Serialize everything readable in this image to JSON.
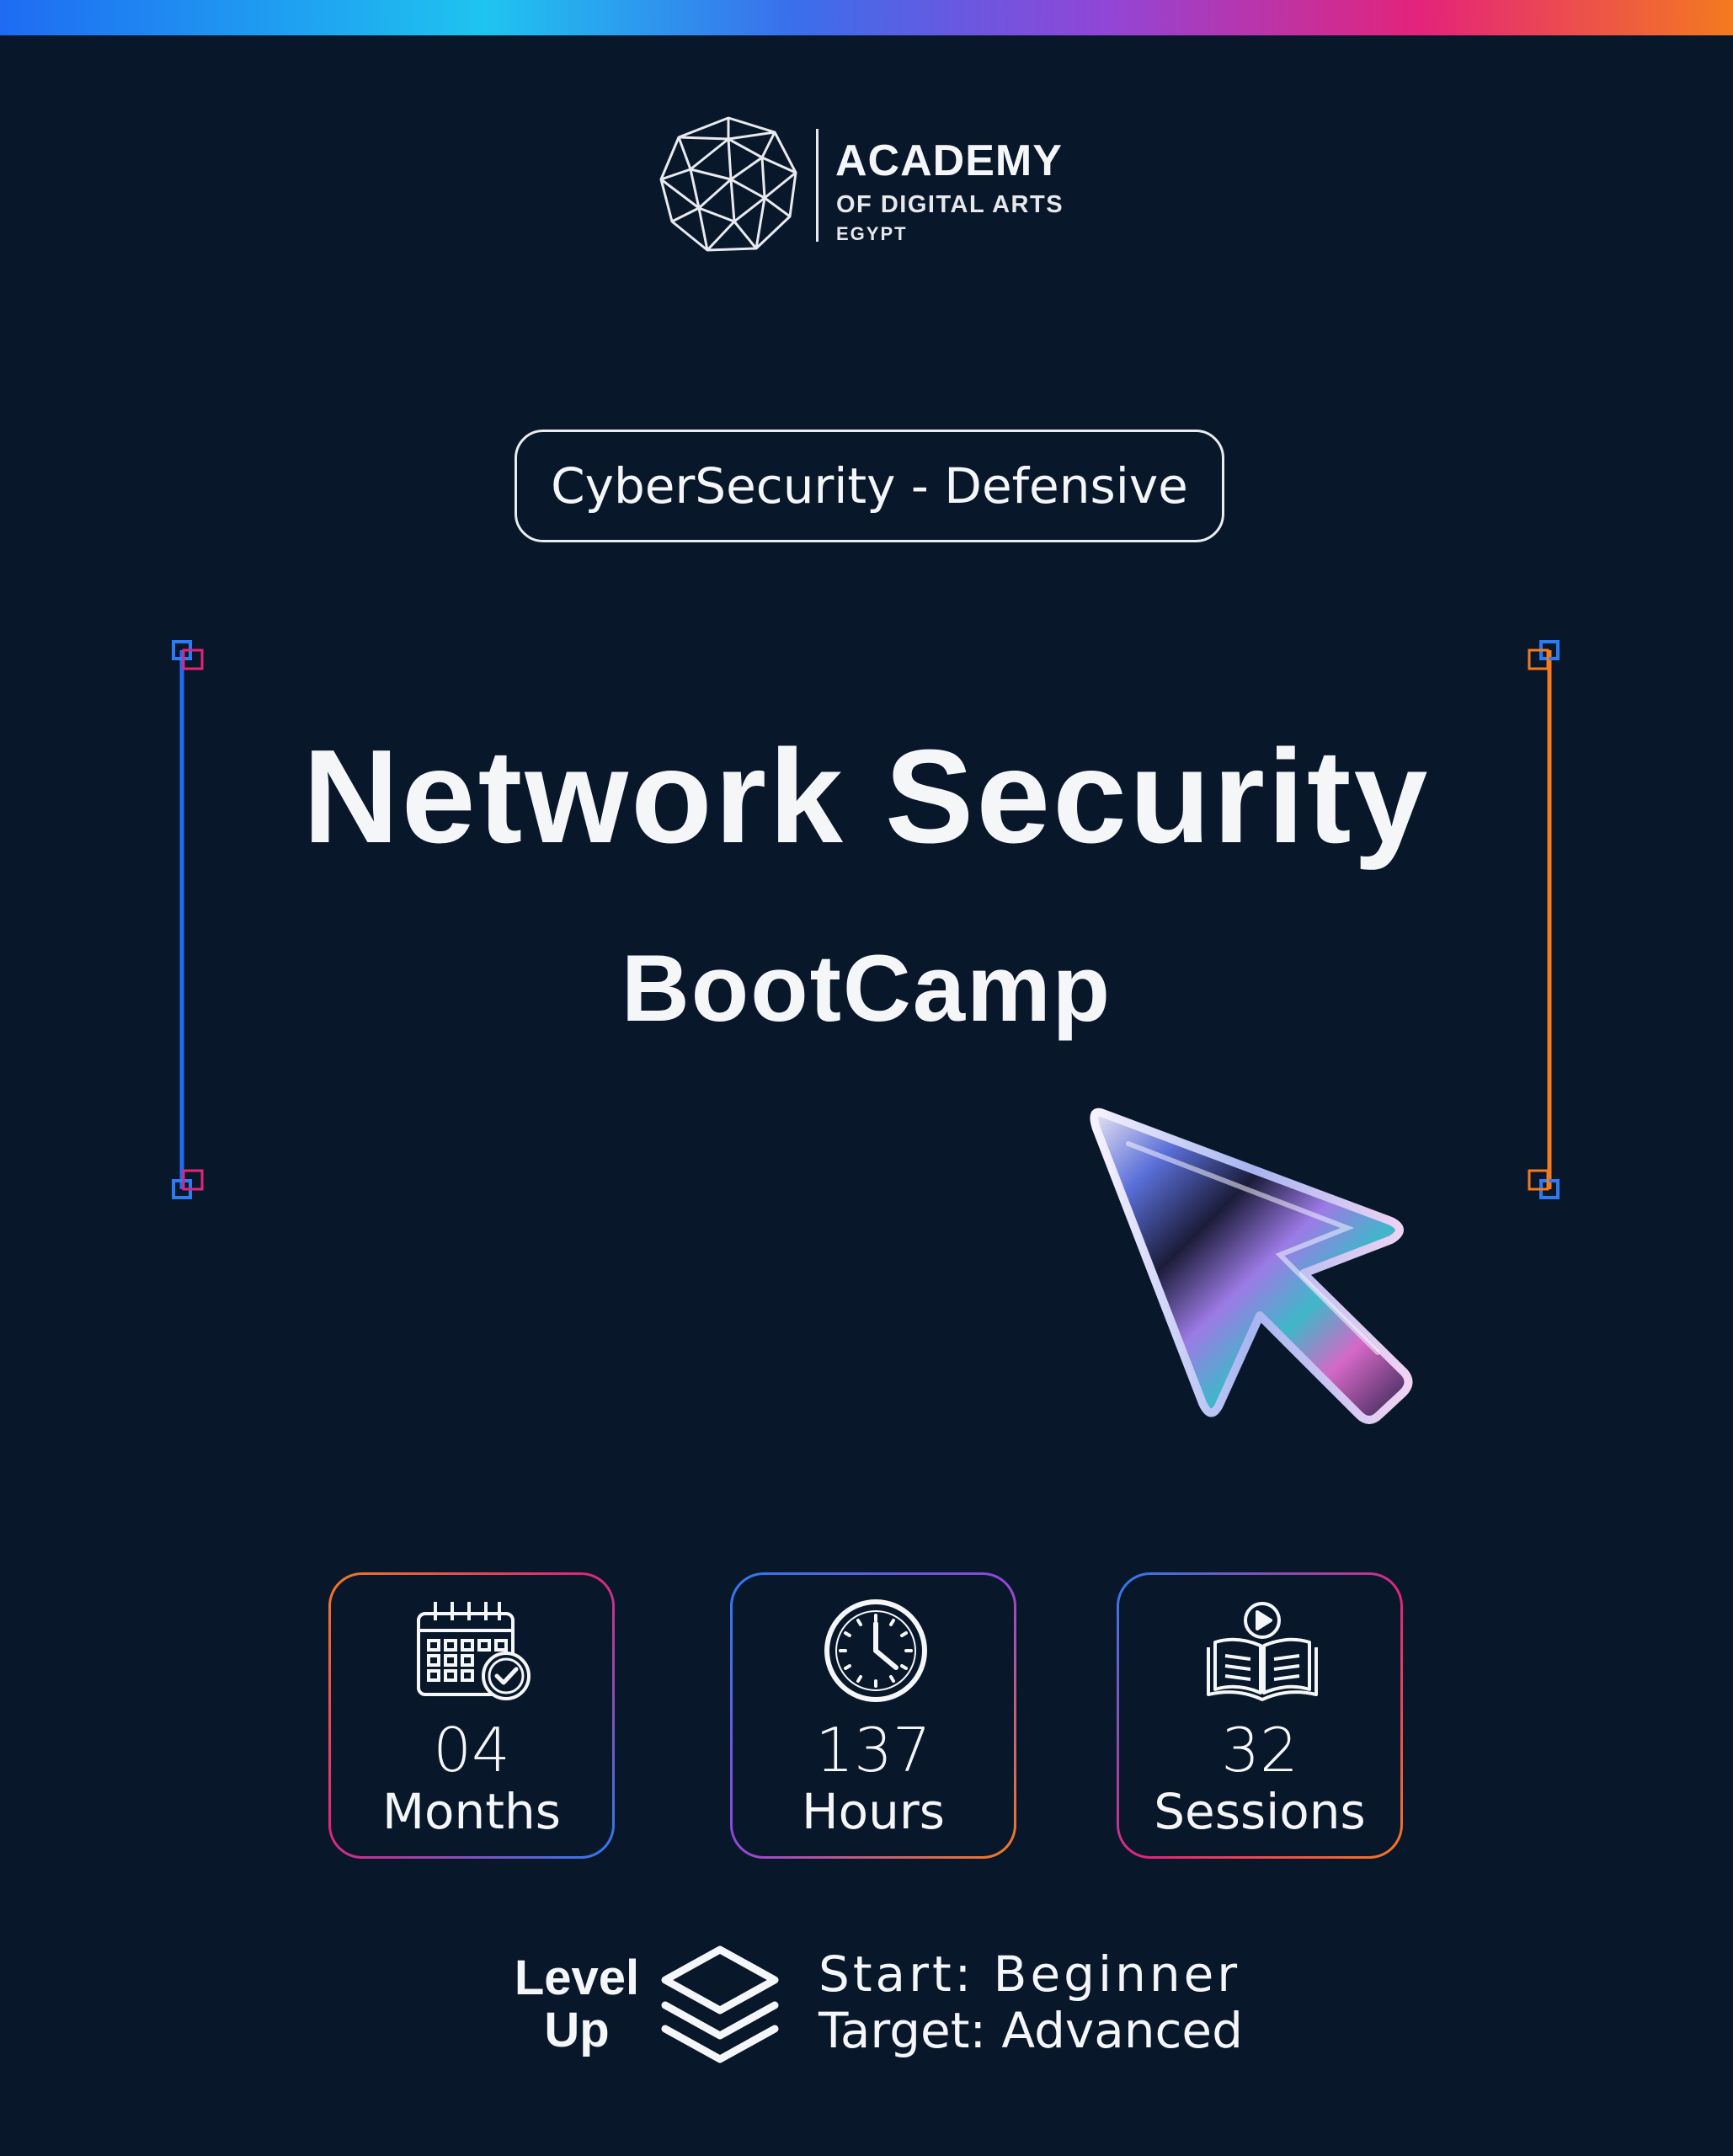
{
  "logo": {
    "title": "ACADEMY",
    "subtitle": "OF DIGITAL ARTS",
    "country": "EGYPT",
    "icon": "geodesic-sphere-icon"
  },
  "category": "CyberSecurity - Defensive",
  "headline": {
    "line1": "Network Security",
    "line2": "BootCamp"
  },
  "colors": {
    "background": "#08172A",
    "text": "#F4F6F8",
    "gradient_blue": "#1F6BF2",
    "gradient_cyan": "#1FC4F0",
    "gradient_purple": "#9245D6",
    "gradient_pink": "#E4237A",
    "gradient_orange": "#F47A1F"
  },
  "stats": [
    {
      "value": "04",
      "unit": "Months",
      "icon": "calendar-check-icon"
    },
    {
      "value": "137",
      "unit": "Hours",
      "icon": "clock-icon"
    },
    {
      "value": "32",
      "unit": "Sessions",
      "icon": "video-book-icon"
    }
  ],
  "level": {
    "label_line1": "Level",
    "label_line2": "Up",
    "icon": "layers-icon",
    "start": "Start: Beginner",
    "target": "Target: Advanced"
  }
}
